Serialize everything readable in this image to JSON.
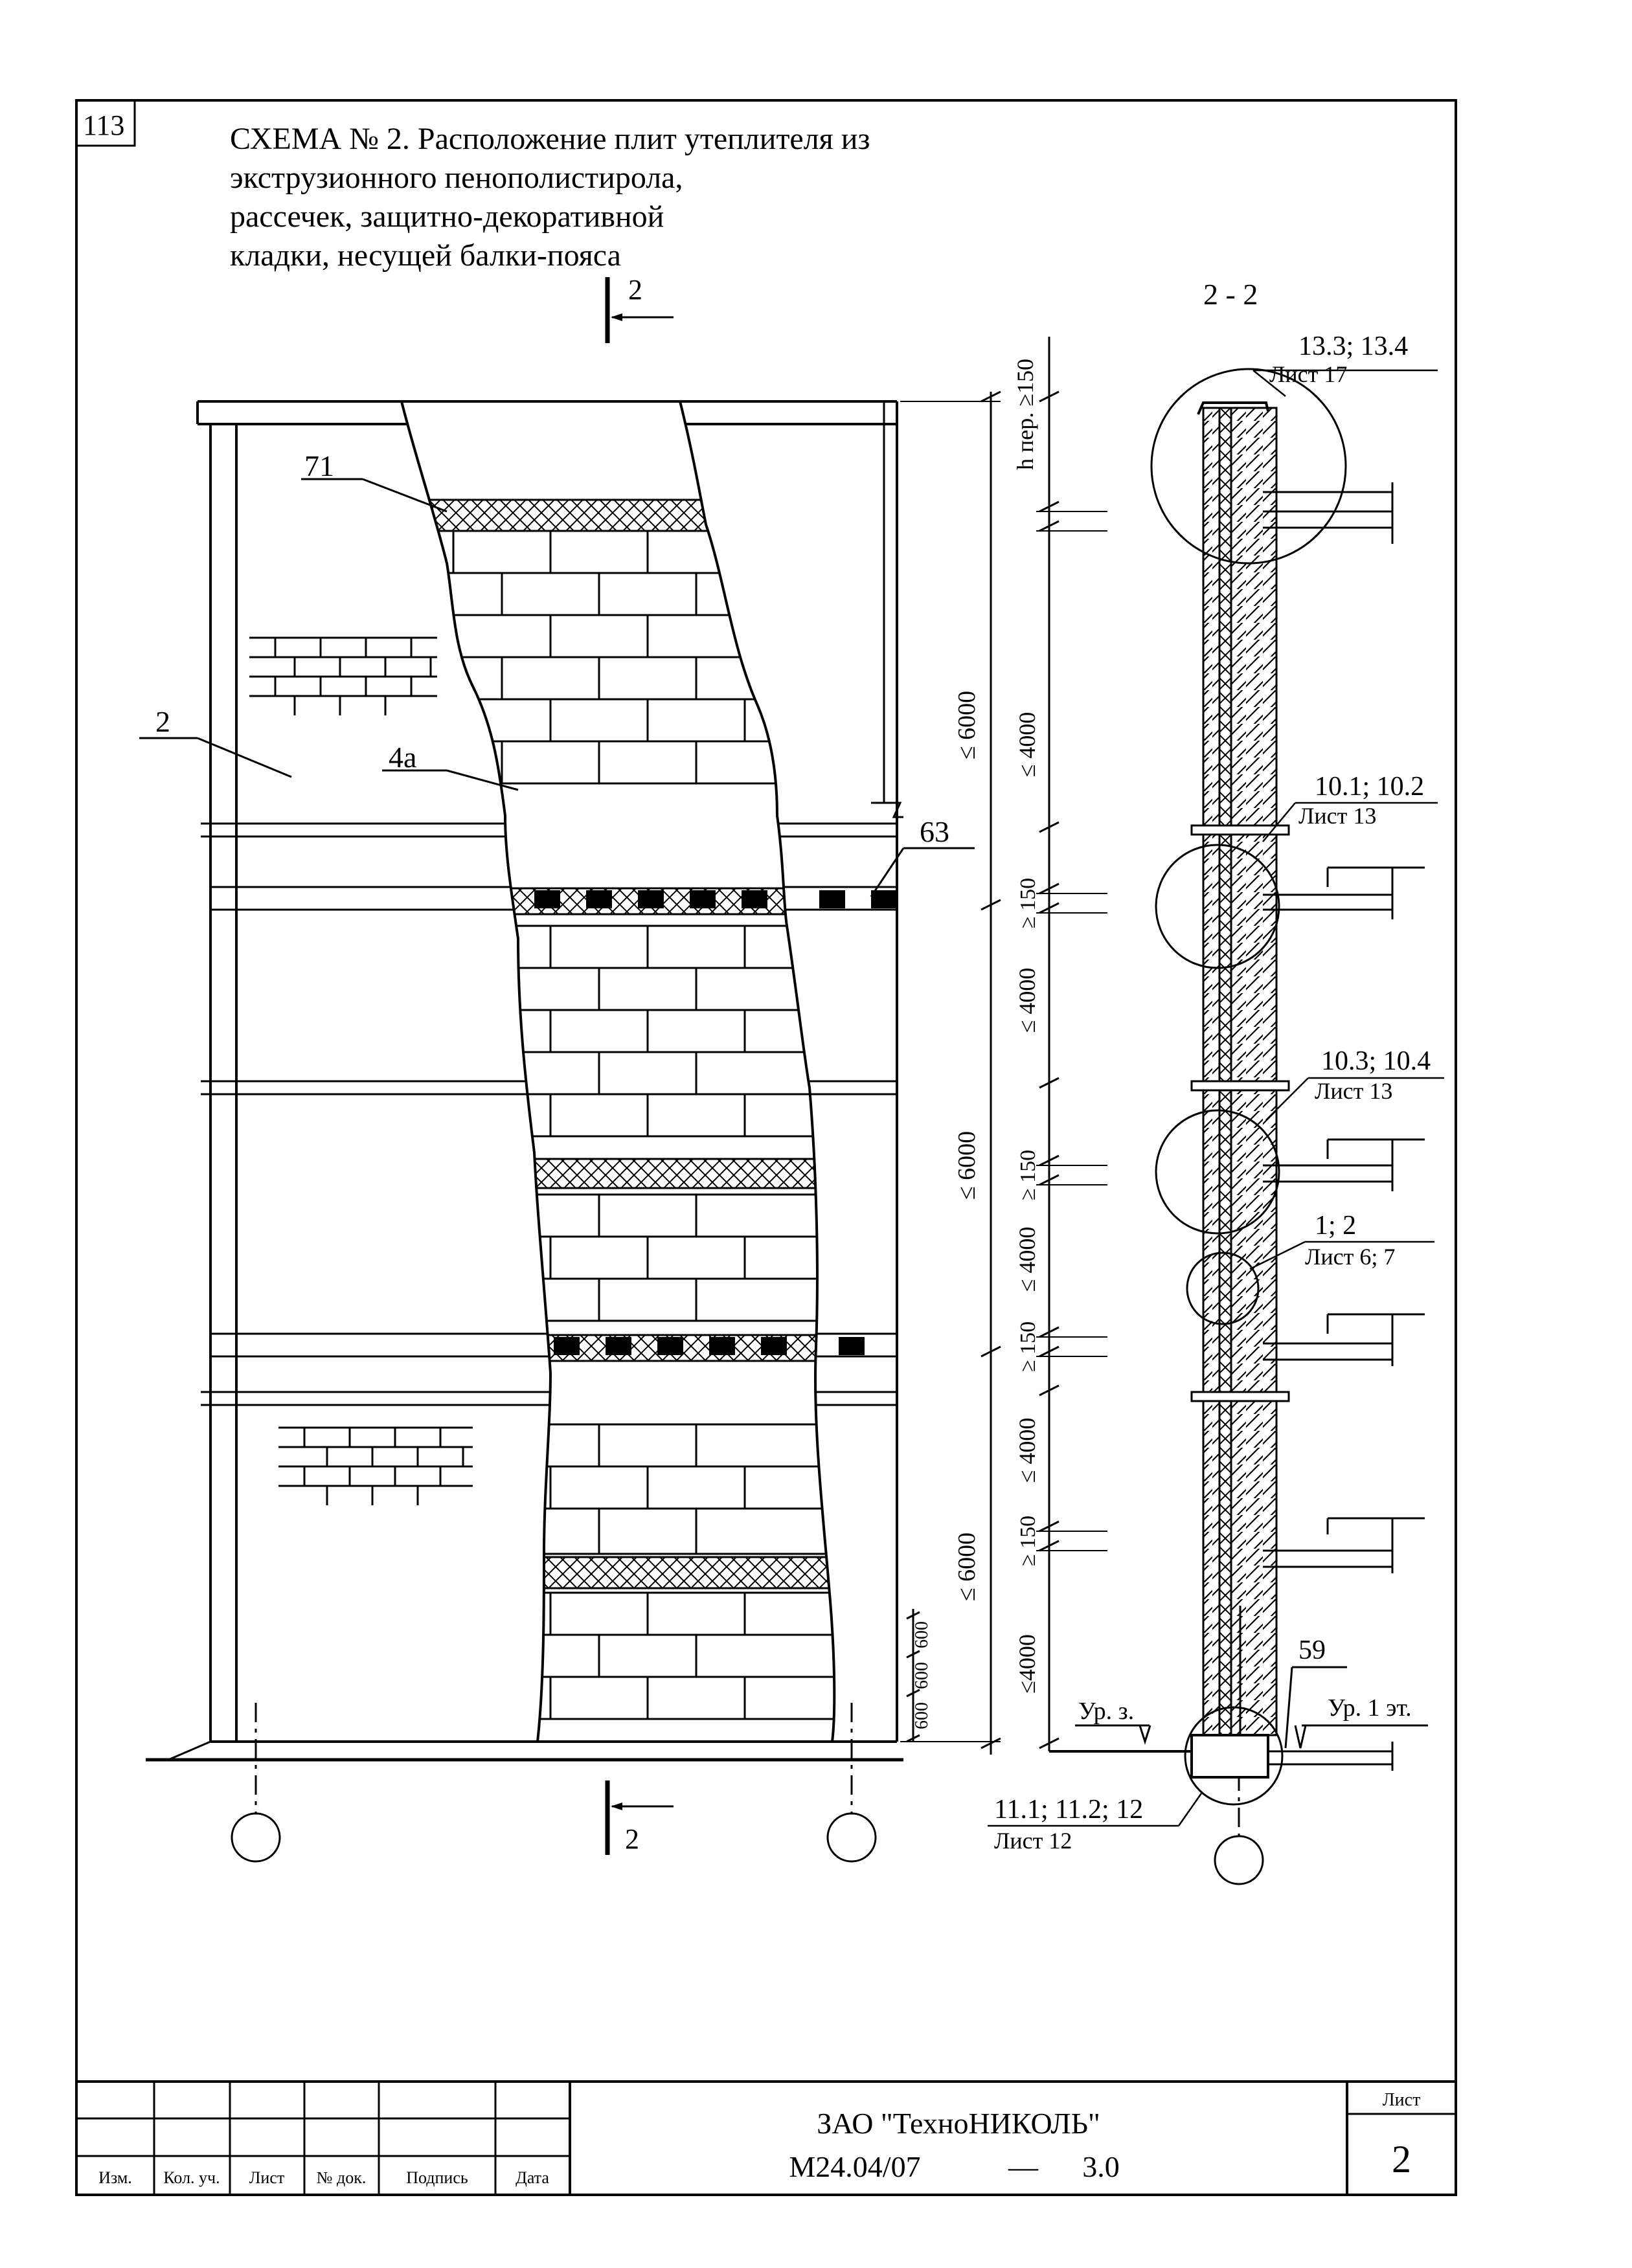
{
  "sheet_number": "113",
  "title": {
    "line1": "СХЕМА № 2. Расположение плит утеплителя из",
    "line2": "экструзионного пенополистирола,",
    "line3": "рассечек, защитно-декоративной",
    "line4": "кладки, несущей балки-пояса"
  },
  "section_mark": "2",
  "section_title": "2 - 2",
  "labels": {
    "insulation": "71",
    "wall": "2",
    "masonry": "4а",
    "beam": "63",
    "bracket": "59"
  },
  "dimensions": {
    "h_top": "h пер. ≥150",
    "le6000": "≤ 6000",
    "le4000": "≤ 4000",
    "le4000b": "≤4000",
    "ge150": "≥ 150",
    "block600": "600"
  },
  "levels": {
    "ground": "Ур. з.",
    "first_floor": "Ур. 1 эт."
  },
  "node_refs": [
    {
      "code": "13.3; 13.4",
      "sheet": "Лист 17"
    },
    {
      "code": "10.1; 10.2",
      "sheet": "Лист 13"
    },
    {
      "code": "10.3; 10.4",
      "sheet": "Лист 13"
    },
    {
      "code": "1; 2",
      "sheet": "Лист 6; 7"
    },
    {
      "code": "11.1; 11.2; 12",
      "sheet": "Лист 12"
    }
  ],
  "stamp": {
    "columns": [
      "Изм.",
      "Кол. уч.",
      "Лист",
      "№ док.",
      "Подпись",
      "Дата"
    ],
    "company": "ЗАО \"ТехноНИКОЛЬ\"",
    "code": "М24.04/07",
    "dash": "—",
    "revision": "3.0",
    "sheet_label": "Лист",
    "sheet_value": "2"
  }
}
